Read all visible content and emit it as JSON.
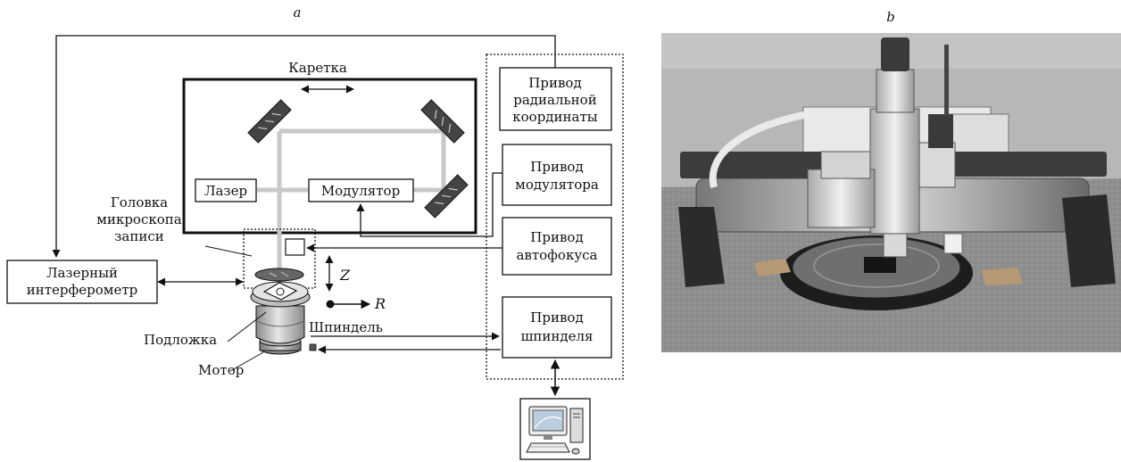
{
  "figure": {
    "panel_a_label": "a",
    "panel_b_label": "b"
  },
  "diagram": {
    "carriage": "Каретка",
    "laser": "Лазер",
    "modulator": "Модулятор",
    "head": [
      "Головка",
      "микроскопа",
      "записи"
    ],
    "interferometer": [
      "Лазерный",
      "интерферометр"
    ],
    "substrate": "Подложка",
    "spindle": "Шпиндель",
    "motor": "Мотор",
    "z_label": "Z",
    "r_label": "R",
    "drives": {
      "radial": [
        "Привод",
        "радиальной",
        "координаты"
      ],
      "modulator": [
        "Привод",
        "модулятора"
      ],
      "autofocus": [
        "Привод",
        "автофокуса"
      ],
      "spindle": [
        "Привод",
        "шпинделя"
      ]
    },
    "computer": "computer-icon"
  },
  "photo": {
    "kind": "grayscale photograph of the laser writing system on a granite table"
  },
  "colors": {
    "line": "#111111",
    "beam": "#c8c8c8",
    "photo_bg": "#9a9a9a"
  }
}
